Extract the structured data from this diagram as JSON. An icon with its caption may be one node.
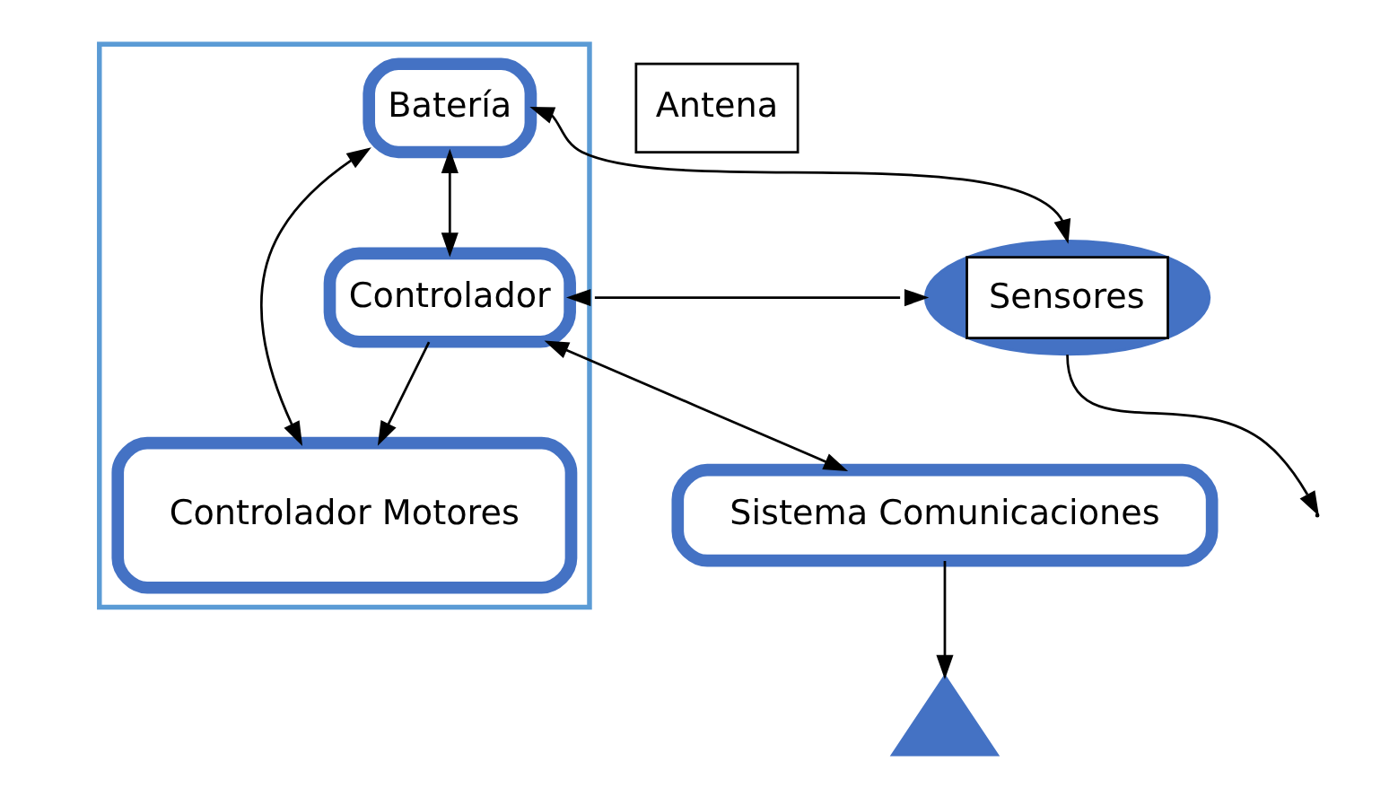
{
  "diagram": {
    "nodes": [
      {
        "text": [],
        "shape": "box"
      },
      {
        "text": [
          "Batería"
        ],
        "in": 0
      },
      {
        "text": [
          "Controlador Motores"
        ],
        "in": 0
      },
      {
        "text": [
          "Controlador"
        ],
        "in": 0
      },
      {
        "text": [
          "Sistema Comunicaciones"
        ]
      },
      {
        "text": [
          "Sensores"
        ]
      },
      {
        "text": [
          "Antena"
        ]
      },
      {
        "text": [],
        "shape": "triangle"
      }
    ],
    "edges": [
      {
        "from": 1,
        "to": 2,
        "arrow": "both"
      },
      {
        "from": 1,
        "to": 3,
        "arrow": "both"
      },
      {
        "from": 3,
        "to": 2,
        "arrow": "to"
      },
      {
        "from": 3,
        "to": 4,
        "arrow": "both"
      },
      {
        "from": 1,
        "to": 5,
        "arrow": "both"
      },
      {
        "from": 5,
        "to": null,
        "arrow": "to"
      },
      {
        "from": 3,
        "to": 5,
        "arrow": "both"
      },
      {
        "from": 4,
        "to": 7,
        "arrow": "to"
      }
    ]
  }
}
